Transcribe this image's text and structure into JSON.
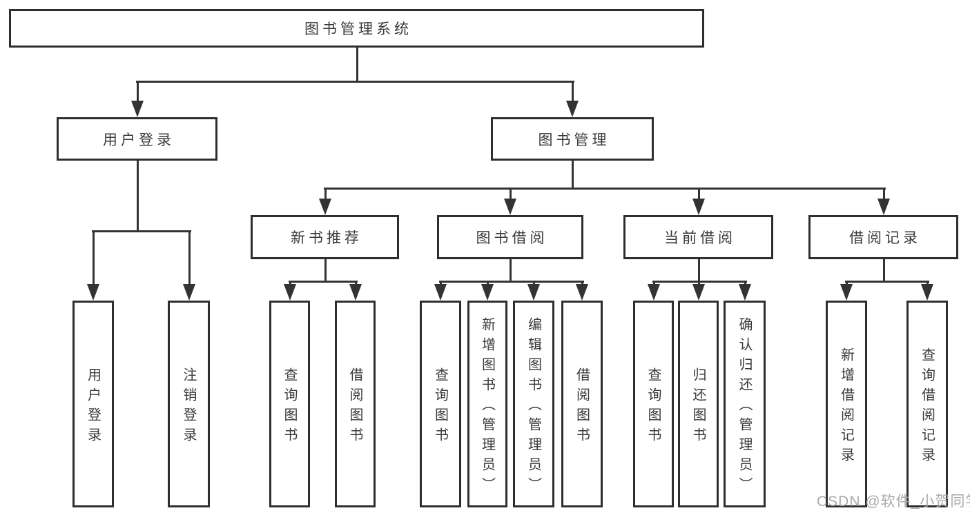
{
  "colors": {
    "box_border": "#2e2e2e",
    "connector": "#333333",
    "text": "#3a3a3a",
    "watermark": "#a4a4a4",
    "background": "#ffffff"
  },
  "tree": {
    "root": {
      "label": "图书管理系统",
      "children": [
        {
          "label": "用户登录",
          "children": [
            {
              "label": "用户登录"
            },
            {
              "label": "注销登录"
            }
          ]
        },
        {
          "label": "图书管理",
          "children": [
            {
              "label": "新书推荐",
              "children": [
                {
                  "label": "查询图书"
                },
                {
                  "label": "借阅图书"
                }
              ]
            },
            {
              "label": "图书借阅",
              "children": [
                {
                  "label": "查询图书"
                },
                {
                  "label": "新增图书（管理员）"
                },
                {
                  "label": "编辑图书（管理员）"
                },
                {
                  "label": "借阅图书"
                }
              ]
            },
            {
              "label": "当前借阅",
              "children": [
                {
                  "label": "查询图书"
                },
                {
                  "label": "归还图书"
                },
                {
                  "label": "确认归还（管理员）"
                }
              ]
            },
            {
              "label": "借阅记录",
              "children": [
                {
                  "label": "新增借阅记录"
                },
                {
                  "label": "查询借阅记录"
                }
              ]
            }
          ]
        }
      ]
    }
  },
  "watermark": {
    "text": "CSDN @软件_小贺同学"
  }
}
